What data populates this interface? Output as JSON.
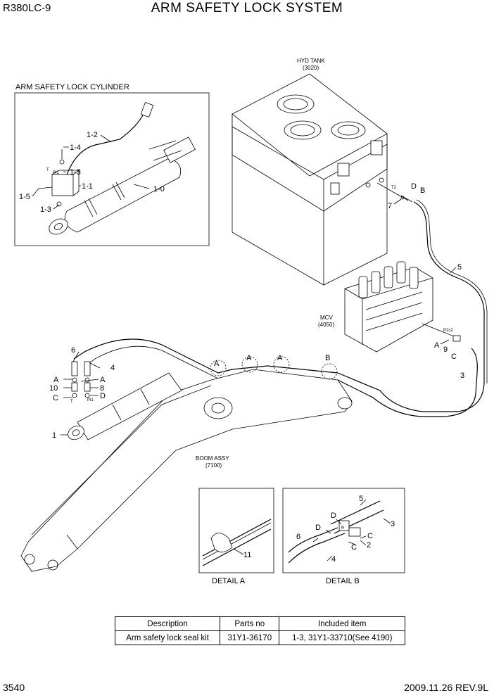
{
  "header": {
    "model": "R380LC-9",
    "title": "ARM SAFETY LOCK SYSTEM"
  },
  "footer": {
    "page": "3540",
    "revision": "2009.11.26 REV.9L"
  },
  "cylinder_box": {
    "title": "ARM SAFETY LOCK CYLINDER",
    "labels": {
      "p1_2": "1-2",
      "p1_4": "1-4",
      "p1_3a": "1-3",
      "p1_1": "1-1",
      "p1_0": "1-0",
      "p1_5": "1-5",
      "p1_3b": "1-3",
      "pi1": "Pi1",
      "t": "T"
    }
  },
  "tank": {
    "name": "HYD TANK",
    "code": "(3020)",
    "port_t2": "T2",
    "label_7": "7",
    "label_d": "D",
    "label_b": "B"
  },
  "mcv": {
    "name": "MCV",
    "code": "(4050)",
    "port_p2c2": "P2c2",
    "label_a": "A",
    "label_9": "9",
    "label_c": "C",
    "label_3": "3",
    "label_5": "5"
  },
  "arm_labels": {
    "l6": "6",
    "l4": "4",
    "la": "A",
    "l10": "10",
    "lc": "C",
    "la2": "A",
    "l8": "8",
    "ld": "D",
    "l1": "1",
    "pi1": "Pi1",
    "t": "T"
  },
  "boom": {
    "name": "BOOM ASSY",
    "code": "(7100)",
    "mark_a1": "A",
    "mark_a2": "A",
    "mark_a3": "A",
    "mark_b": "B"
  },
  "detail_a": {
    "caption": "DETAIL  A",
    "label_11": "11"
  },
  "detail_b": {
    "caption": "DETAIL  B",
    "l5": "5",
    "l3": "3",
    "ld1": "D",
    "ld2": "D",
    "l6": "6",
    "lc1": "C",
    "lc2": "C",
    "l2": "2",
    "l4": "4",
    "lr": "R"
  },
  "parts_table": {
    "headers": [
      "Description",
      "Parts no",
      "Included item"
    ],
    "rows": [
      [
        "Arm safety lock seal kit",
        "31Y1-36170",
        "1-3, 31Y1-33710(See 4190)"
      ]
    ]
  }
}
